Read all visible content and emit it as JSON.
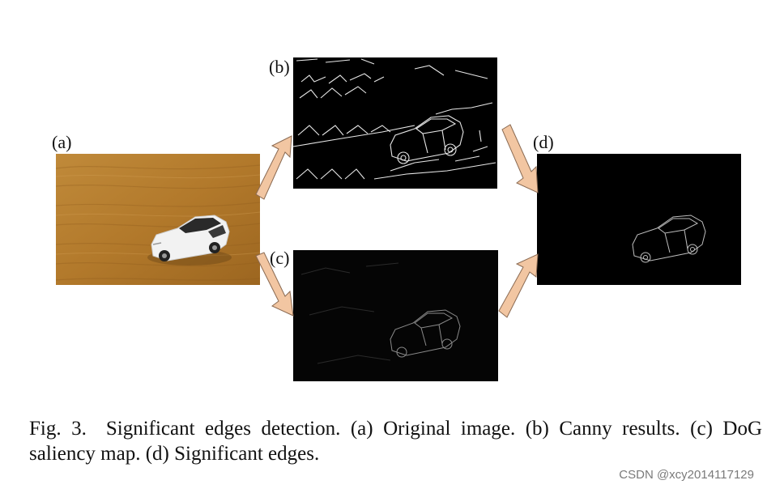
{
  "figure": {
    "panels": [
      {
        "id": "a",
        "label": "(a)"
      },
      {
        "id": "b",
        "label": "(b)"
      },
      {
        "id": "c",
        "label": "(c)"
      },
      {
        "id": "d",
        "label": "(d)"
      }
    ],
    "caption": {
      "fig_number": "Fig. 3.",
      "text": "Significant edges detection. (a) Original image. (b) Canny results. (c) DoG saliency map. (d) Significant edges."
    }
  },
  "watermark": "CSDN @xcy2014117129",
  "colors": {
    "arrow_fill": "#f2c6a2",
    "arrow_stroke": "#8a6a52",
    "wood": "#b07a2a",
    "edge_black": "#000000"
  }
}
